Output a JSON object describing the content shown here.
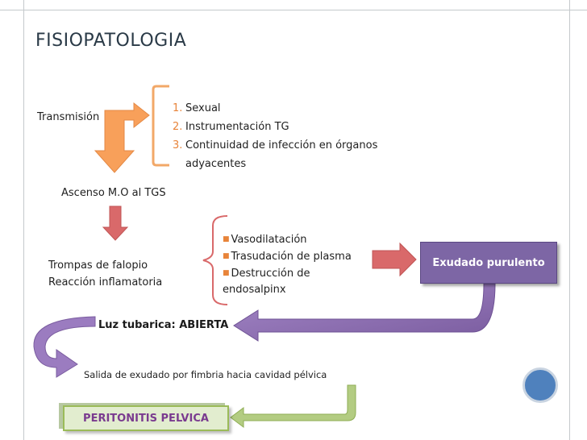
{
  "title": "FISIOPATOLOGIA",
  "transmision": "Transmisión",
  "causes": [
    {
      "num": "1.",
      "text": "Sexual"
    },
    {
      "num": "2.",
      "text": "Instrumentación TG"
    },
    {
      "num": "3.",
      "text": "Continuidad de infección en órganos"
    },
    {
      "num": "",
      "text": "adyacentes"
    }
  ],
  "ascenso": "Ascenso M.O al TGS",
  "trompas": "Trompas de falopio",
  "reaccion": "Reacción inflamatoria",
  "effects": [
    "Vasodilatación",
    "Trasudación de plasma",
    "Destrucción  de",
    "endosalpinx"
  ],
  "exudado": "Exudado purulento",
  "luz": "Luz tubarica: ABIERTA",
  "salida": "Salida de exudado por fimbria hacia cavidad pélvica",
  "peritonitis": "PERITONITIS PELVICA",
  "colors": {
    "title": "#2a3a47",
    "orange": "#f8a05a",
    "red": "#d9696a",
    "purple": "#8a6aad",
    "green": "#9bbb59",
    "blue": "#4f81bd",
    "number": "#e8843a"
  }
}
